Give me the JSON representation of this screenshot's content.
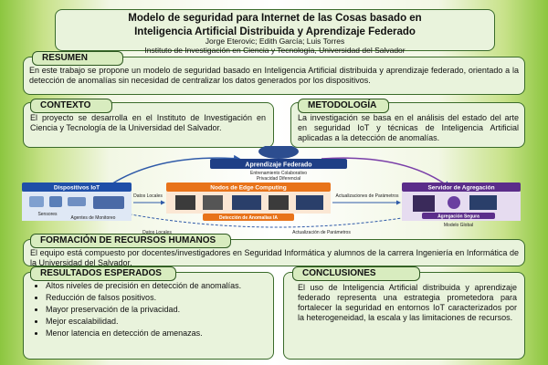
{
  "header": {
    "title_line1": "Modelo de seguridad para Internet de las Cosas basado en",
    "title_line2": "Inteligencia Artificial Distribuida y Aprendizaje Federado",
    "authors": "Jorge Eterovic; Edith García; Luis Torres",
    "institution": "Instituto de Investigación en Ciencia y Tecnología, Universidad del Salvador"
  },
  "resumen": {
    "heading": "RESUMEN",
    "text": "En este trabajo se propone un modelo de seguridad basado en Inteligencia Artificial distribuida y aprendizaje federado, orientado a la detección de anomalías sin necesidad de centralizar los datos generados por los dispositivos."
  },
  "contexto": {
    "heading": "CONTEXTO",
    "text": "El proyecto se desarrolla en el Instituto de Investigación en Ciencia y Tecnología de la Universidad del Salvador."
  },
  "metodologia": {
    "heading": "METODOLOGÍA",
    "text": "La investigación se basa en el análisis del estado del arte en seguridad IoT y técnicas de Inteligencia Artificial aplicadas a la detección de anomalías."
  },
  "diagram": {
    "top_label": "Aprendizaje Federado",
    "top_sub1": "Entrenamiento Colaborativo",
    "top_sub2": "Privacidad Diferencial",
    "iot": "Dispositivos IoT",
    "edge": "Nodos de Edge Computing",
    "server": "Servidor de Agregación",
    "sensores": "Sensores",
    "agentes": "Agentes de Monitoreo",
    "datos_locales_top": "Datos Locales",
    "actualizaciones": "Actualizaciones de Parámetros",
    "deteccion": "Detección de Anomalías IA",
    "agregacion": "Agregación Segura",
    "modelo_global": "Modelo Global",
    "datos_locales_bottom": "Datos Locales",
    "actualizacion_param": "Actualización de Parámetros"
  },
  "formacion": {
    "heading": "FORMACIÓN DE RECURSOS HUMANOS",
    "text": "El equipo está compuesto por docentes/investigadores en Seguridad Informática y alumnos de la carrera Ingeniería en Informática de la Universidad del Salvador."
  },
  "resultados": {
    "heading": "RESULTADOS ESPERADOS",
    "items": [
      "Altos niveles de precisión en detección de anomalías.",
      "Reducción de falsos positivos.",
      "Mayor preservación de la privacidad.",
      "Mejor escalabilidad.",
      "Menor latencia en detección de amenazas."
    ]
  },
  "conclusiones": {
    "heading": "CONCLUSIONES",
    "text": "El uso de Inteligencia Artificial distribuida y aprendizaje federado representa una estrategia prometedora para fortalecer la seguridad en entornos IoT caracterizados por la heterogeneidad, la escala y las limitaciones de recursos."
  },
  "colors": {
    "accent_green": "#8cc63f",
    "border_green": "#3a6b2a",
    "iot_blue": "#1f4fa8",
    "edge_orange": "#e8731a",
    "server_purple": "#5b2d8a"
  }
}
